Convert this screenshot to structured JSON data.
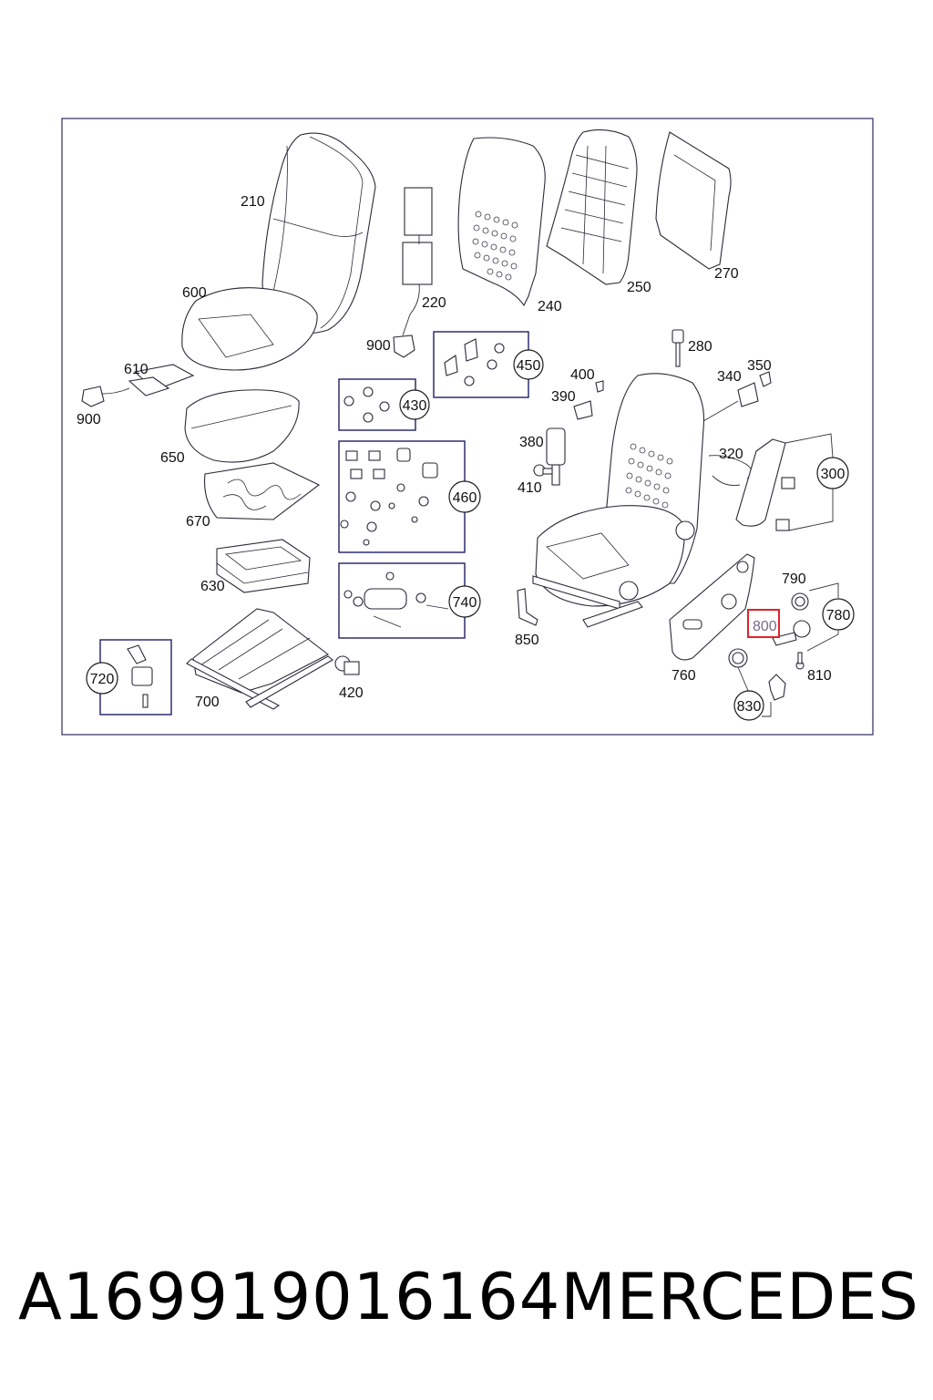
{
  "diagram": {
    "labels": {
      "p210": "210",
      "p220": "220",
      "p240": "240",
      "p250": "250",
      "p270": "270",
      "p600": "600",
      "p610": "610",
      "p900a": "900",
      "p900b": "900",
      "p650": "650",
      "p670": "670",
      "p630": "630",
      "p700": "700",
      "p420": "420",
      "p720": "720",
      "p430": "430",
      "p450": "450",
      "p460": "460",
      "p740": "740",
      "p850": "850",
      "p280": "280",
      "p340": "340",
      "p350": "350",
      "p400": "400",
      "p390": "390",
      "p380": "380",
      "p410": "410",
      "p320": "320",
      "p300": "300",
      "p790": "790",
      "p780": "780",
      "p800": "800",
      "p810": "810",
      "p760": "760",
      "p830": "830"
    },
    "highlighted_part": "800",
    "highlight_color": "#e0242a"
  },
  "footer": {
    "part_number": "A169919016164",
    "brand": "MERCEDES"
  }
}
